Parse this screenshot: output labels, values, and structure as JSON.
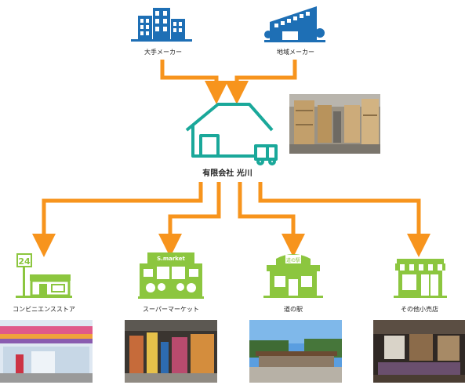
{
  "suppliers": [
    {
      "label": "大手メーカー",
      "icon": "office-buildings-icon"
    },
    {
      "label": "地域メーカー",
      "icon": "factory-building-icon"
    }
  ],
  "hub": {
    "name": "有限会社 光川",
    "icon": "warehouse-truck-icon",
    "photo": "warehouse-interior-photo"
  },
  "outlets": [
    {
      "label": "コンビニエンスストア",
      "icon": "convenience-store-icon",
      "sign_text": "24",
      "photo": "convenience-store-photo"
    },
    {
      "label": "スーパーマーケット",
      "icon": "supermarket-icon",
      "sign_text": "S.market",
      "photo": "supermarket-photo"
    },
    {
      "label": "道の駅",
      "icon": "roadside-station-icon",
      "sign_text": "道の駅",
      "photo": "roadside-station-photo"
    },
    {
      "label": "その他小売店",
      "icon": "retail-shop-icon",
      "photo": "retail-shop-photo"
    }
  ],
  "colors": {
    "arrow": "#f7941d",
    "supplier_icon": "#1e6fb5",
    "hub_icon": "#1aa89a",
    "outlet_icon": "#8cc63f"
  }
}
